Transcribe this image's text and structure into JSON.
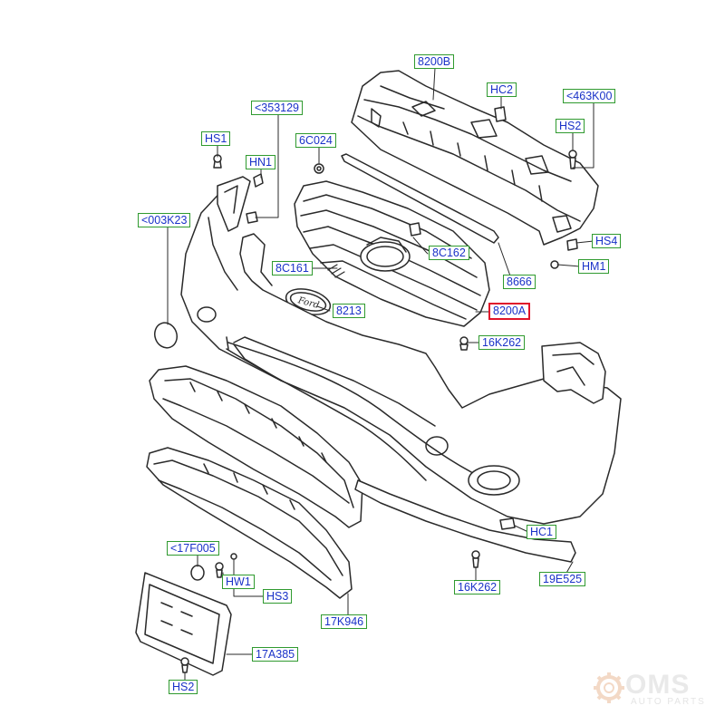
{
  "diagram": {
    "labels": {
      "8200B": "8200B",
      "HC2_top": "HC2",
      "463K00": "<463K00",
      "353129": "<353129",
      "HS2_top": "HS2",
      "HS1": "HS1",
      "6C024": "6C024",
      "HN1": "HN1",
      "003K23": "<003K23",
      "HS4": "HS4",
      "8C162": "8C162",
      "HM1": "HM1",
      "8666": "8666",
      "8C161": "8C161",
      "8213": "8213",
      "8200A": "8200A",
      "16K262_top": "16K262",
      "HC1": "HC1",
      "17F005": "<17F005",
      "HW1": "HW1",
      "HS3": "HS3",
      "16K262_bottom": "16K262",
      "19E525": "19E525",
      "17K946": "17K946",
      "17A385": "17A385",
      "HS2_bottom": "HS2"
    },
    "selected_part": "8200A",
    "emblem_text": "Ford"
  },
  "watermark": {
    "brand": "OMS",
    "tagline": "AUTO PARTS"
  },
  "colors": {
    "label_border": "#2f9a2f",
    "label_text": "#1a32c8",
    "selected_border": "#e0142a",
    "line": "#2a2a2a"
  }
}
